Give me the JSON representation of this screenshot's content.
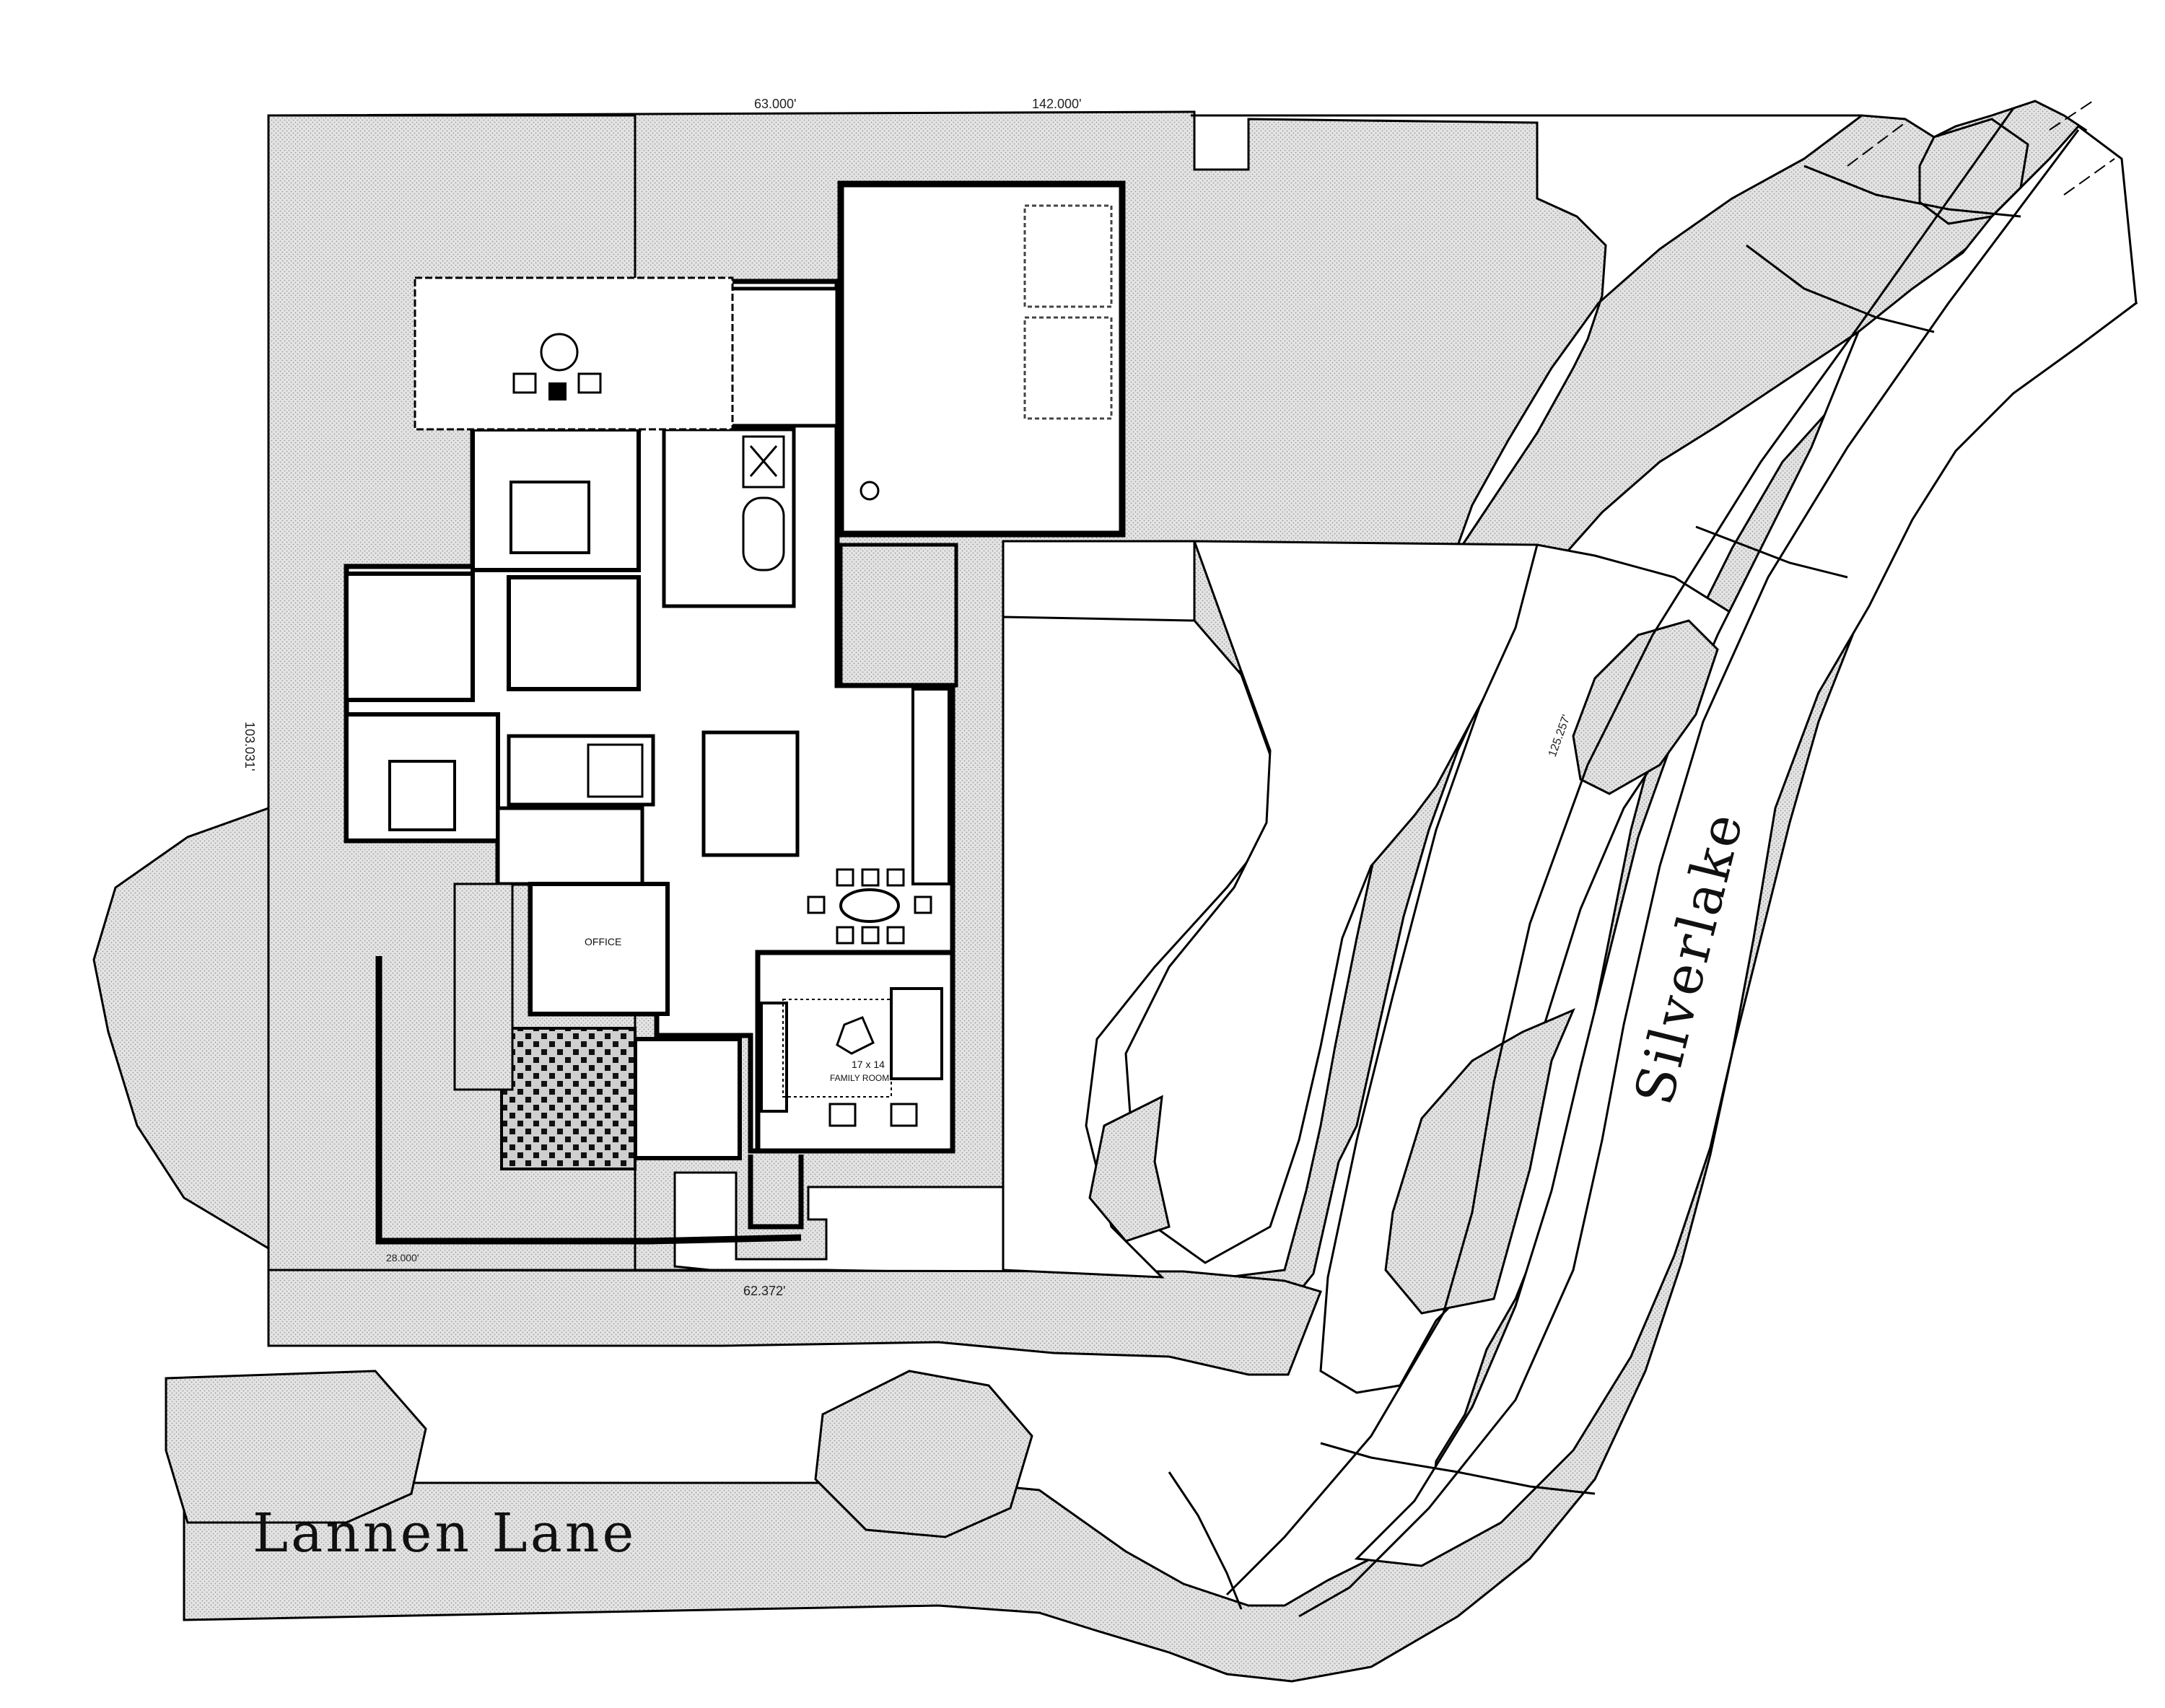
{
  "streets": {
    "lannen": "Lannen Lane",
    "silverlake": "Silverlake"
  },
  "dimensions": {
    "top_left": "63.000'",
    "top_right": "142.000'",
    "left": "103.031'",
    "bottom": "62.372'",
    "bottom_inner": "28.000'",
    "diagonal": "125.257'"
  },
  "rooms": {
    "office": "OFFICE",
    "family_size": "17 x 14",
    "family": "FAMILY ROOM"
  },
  "colors": {
    "paving": "#dcdcdc",
    "wall": "#000000",
    "floor": "#ffffff"
  }
}
